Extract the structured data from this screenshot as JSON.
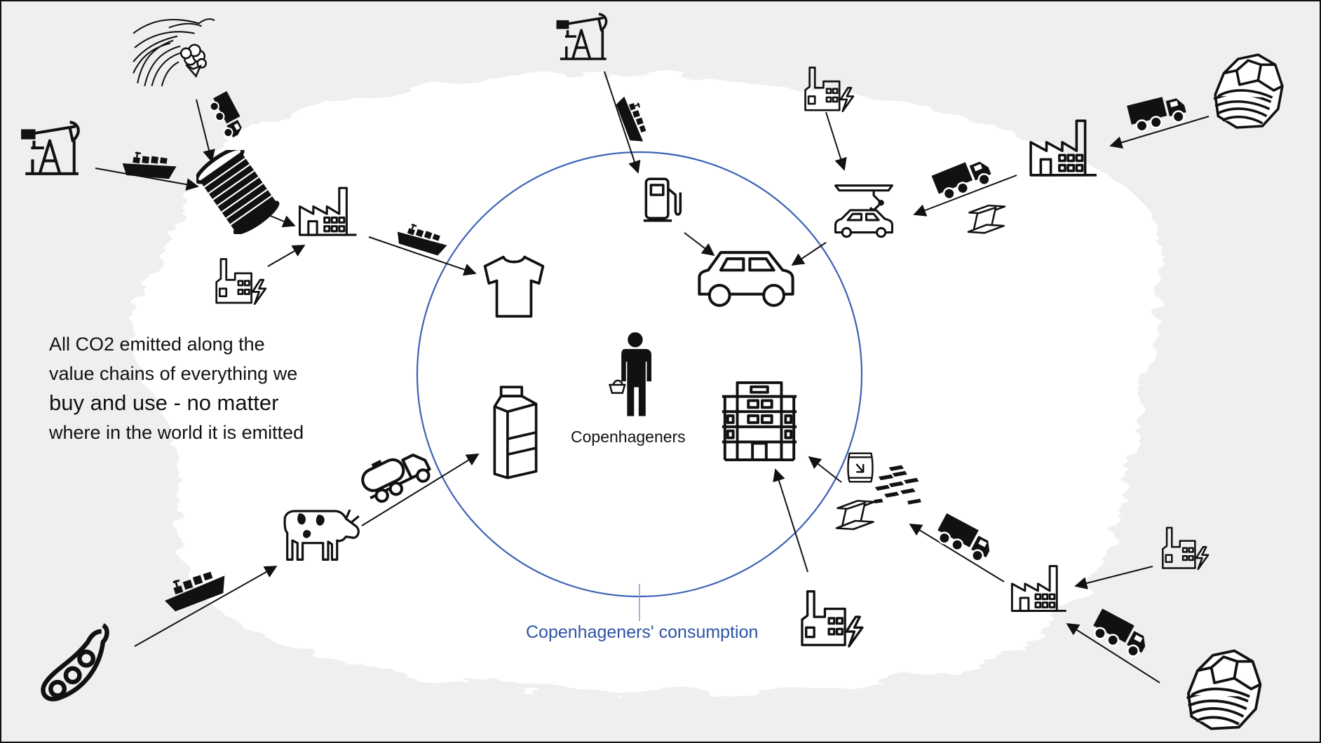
{
  "description": {
    "line1": "All CO2 emitted along the",
    "line2": "value chains of everything we",
    "line3": "buy and use - no matter",
    "line4": "where in the world it is emitted"
  },
  "center": {
    "label": "Copenhageners"
  },
  "circle": {
    "label": "Copenhageners' consumption",
    "color": "#3b62b5"
  },
  "value_chains": [
    {
      "product": "t-shirt",
      "inputs": [
        "oil-pump",
        "cargo-ship",
        "cotton-field",
        "truck",
        "yarn-spool",
        "factory",
        "power-plant"
      ]
    },
    {
      "product": "car",
      "inputs": [
        "oil-pump",
        "tanker-ship",
        "fuel-pump",
        "power-plant",
        "car-assembly",
        "steel-beam",
        "truck",
        "factory",
        "mine"
      ]
    },
    {
      "product": "milk-carton",
      "inputs": [
        "soybean",
        "cargo-ship",
        "cow",
        "tanker-truck"
      ]
    },
    {
      "product": "apartment-building",
      "inputs": [
        "power-plant",
        "cement-bag",
        "bricks",
        "steel-beam",
        "truck",
        "factory",
        "mine"
      ]
    }
  ],
  "icons": [
    "oil-pump-icon",
    "cargo-ship-icon",
    "cotton-field-icon",
    "truck-icon",
    "yarn-spool-icon",
    "factory-icon",
    "power-plant-icon",
    "t-shirt-icon",
    "fuel-pump-icon",
    "car-icon",
    "person-icon",
    "milk-carton-icon",
    "building-icon",
    "cow-icon",
    "soybean-icon",
    "mine-icon",
    "steel-beam-icon",
    "cement-bag-icon",
    "bricks-icon",
    "tanker-truck-icon",
    "car-assembly-icon"
  ]
}
